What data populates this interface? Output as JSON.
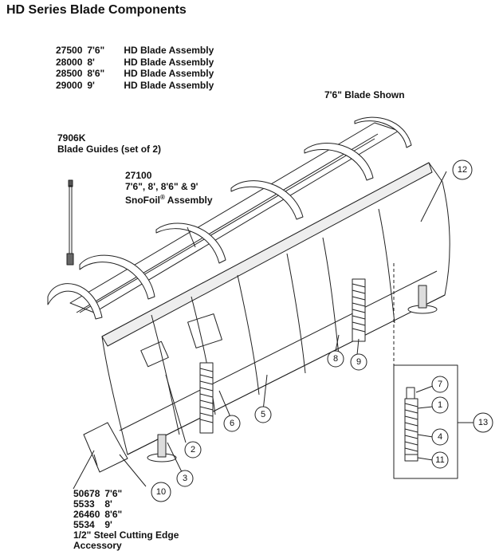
{
  "title": "HD Series Blade Components",
  "assemblies": [
    {
      "part": "27500",
      "size": "7'6\"",
      "name": "HD Blade Assembly"
    },
    {
      "part": "28000",
      "size": "8'",
      "name": "HD Blade Assembly"
    },
    {
      "part": "28500",
      "size": "8'6\"",
      "name": "HD Blade Assembly"
    },
    {
      "part": "29000",
      "size": "9'",
      "name": "HD Blade Assembly"
    }
  ],
  "blade_shown": "7'6\" Blade Shown",
  "guides": {
    "part": "7906K",
    "desc": "Blade Guides (set of 2)"
  },
  "snofoil": {
    "part": "27100",
    "sizes": "7'6\", 8', 8'6\" & 9'",
    "name": "SnoFoil",
    "reg": "®",
    "suffix": " Assembly"
  },
  "cutting_edge": {
    "parts": [
      {
        "part": "50678",
        "size": "7'6\""
      },
      {
        "part": "5533",
        "size": "8'"
      },
      {
        "part": "26460",
        "size": "8'6\""
      },
      {
        "part": "5534",
        "size": "9'"
      }
    ],
    "desc1": "1/2\" Steel Cutting Edge",
    "desc2": "Accessory"
  },
  "callouts": {
    "c1": "1",
    "c2": "2",
    "c3": "3",
    "c4": "4",
    "c5": "5",
    "c6": "6",
    "c7": "7",
    "c8": "8",
    "c9": "9",
    "c10": "10",
    "c11": "11",
    "c12": "12",
    "c13": "13"
  }
}
